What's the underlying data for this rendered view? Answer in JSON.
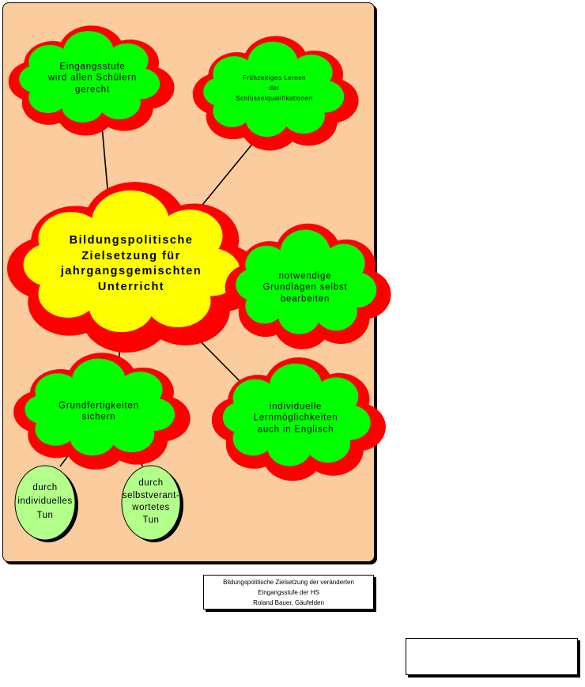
{
  "center": {
    "lines": [
      "Bildungspolitische",
      "Zielsetzung für",
      "jahrgangsgemischten",
      "Unterricht"
    ]
  },
  "nodes": {
    "eingangsstufe": {
      "lines": [
        "Eingangsstufe",
        "wird allen Schülern",
        "gerecht"
      ]
    },
    "fruehzeitiges": {
      "lines": [
        "Frühzeitiges Lernen",
        "der",
        "Schlüsselqualifikationen"
      ]
    },
    "grundlagen": {
      "lines": [
        "notwendige",
        "Grundlagen selbst",
        "bearbeiten"
      ]
    },
    "lernmoeglichkeiten": {
      "lines": [
        "individuelle",
        "Lernmöglichkeiten",
        "auch in Englisch"
      ]
    },
    "grundfertigkeiten": {
      "lines": [
        "Grundfertigkeiten",
        "sichern"
      ]
    },
    "individuelles_tun": {
      "lines": [
        "durch",
        "individuelles",
        "Tun"
      ]
    },
    "selbstverantwortetes_tun": {
      "lines": [
        "durch",
        "selbstverant-",
        "wortetes",
        "Tun"
      ]
    }
  },
  "caption": {
    "lines": [
      "Bildungspolitische Zielsetzung der veränderten",
      "Eingangsstufe der HS",
      "Roland Bauer, Gäufelden"
    ]
  },
  "colors": {
    "panel": "#fbcd9e",
    "cloud_fill_green": "#00ff00",
    "cloud_fill_yellow": "#ffff00",
    "cloud_outline_red": "#ff0000",
    "oval_fill": "#b2ff8a"
  }
}
